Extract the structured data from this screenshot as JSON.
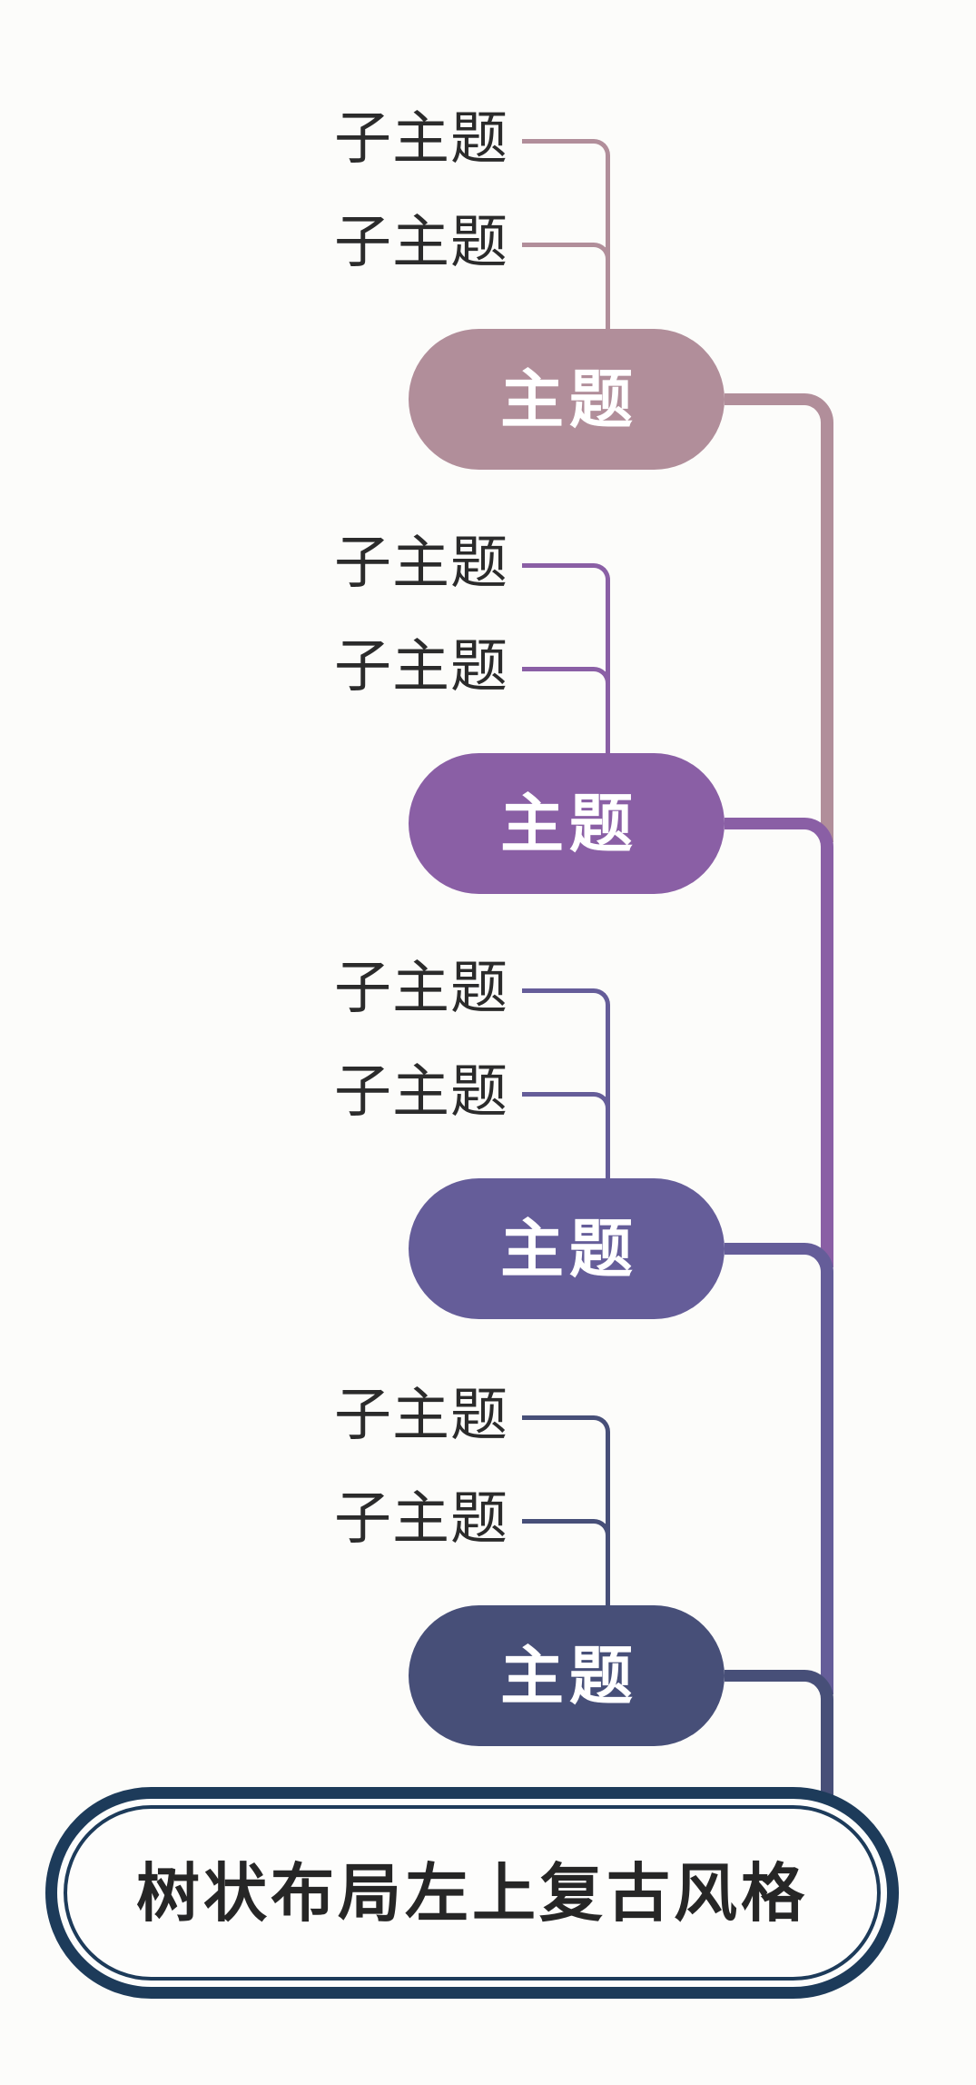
{
  "canvas": {
    "background": "#fcfcfa"
  },
  "root": {
    "label": "树状布局左上复古风格",
    "border_color": "#1d3b5a",
    "fill": "#fdfdfc",
    "text_color": "#262626"
  },
  "subtopic_text_color": "#2b2b2b",
  "topics": [
    {
      "label": "主题",
      "color": "#b18e9a",
      "text_color": "#ffffff",
      "subtopics": [
        "子主题",
        "子主题"
      ]
    },
    {
      "label": "主题",
      "color": "#8a5fa5",
      "text_color": "#ffffff",
      "subtopics": [
        "子主题",
        "子主题"
      ]
    },
    {
      "label": "主题",
      "color": "#655d99",
      "text_color": "#ffffff",
      "subtopics": [
        "子主题",
        "子主题"
      ]
    },
    {
      "label": "主题",
      "color": "#474f78",
      "text_color": "#ffffff",
      "subtopics": [
        "子主题",
        "子主题"
      ]
    }
  ]
}
